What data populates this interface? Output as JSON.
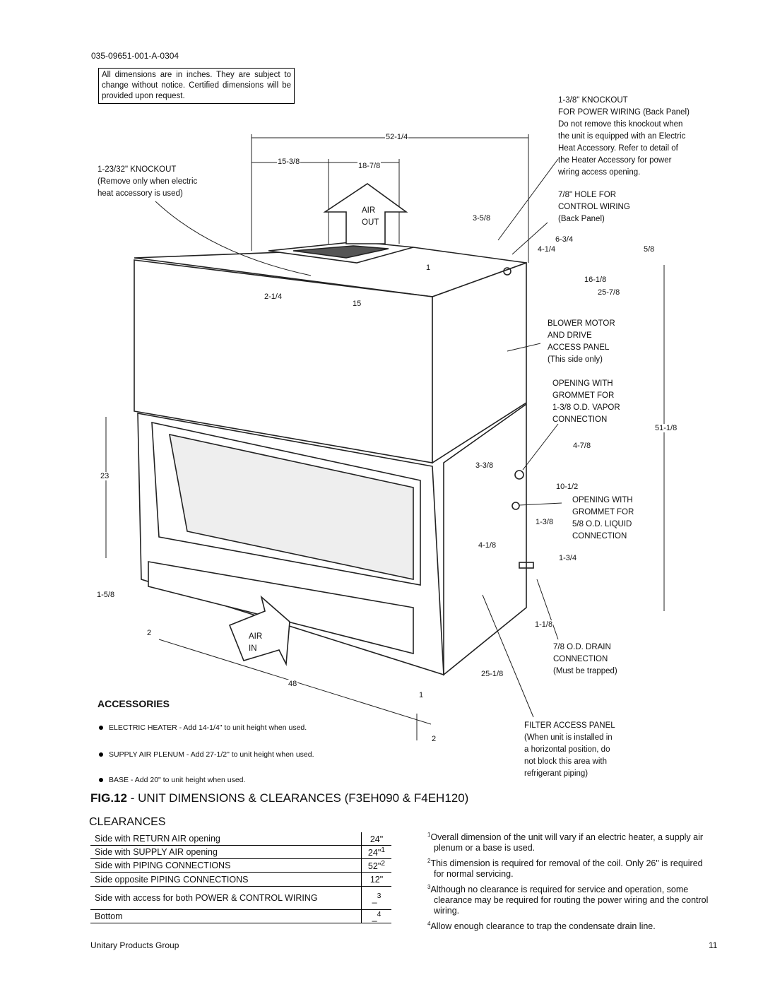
{
  "doc_number": "035-09651-001-A-0304",
  "notice": "All dimensions are in inches. They are subject to change without notice. Certified dimensions will be provided upon request.",
  "callouts": {
    "knockout_power": [
      "1-3/8\" KNOCKOUT",
      "FOR POWER WIRING (Back Panel)",
      "Do not remove this knockout when",
      "the unit is equipped with an Electric",
      "Heat Accessory. Refer to detail of",
      "the Heater Accessory for power",
      "wiring access opening."
    ],
    "hole_control": [
      "7/8\" HOLE FOR",
      "CONTROL WIRING",
      "(Back Panel)"
    ],
    "knockout_heat": [
      "1-23/32\" KNOCKOUT",
      "(Remove only when electric",
      "heat accessory is used)"
    ],
    "air_out": [
      "AIR",
      "OUT"
    ],
    "air_in": [
      "AIR",
      "IN"
    ],
    "blower": [
      "BLOWER MOTOR",
      "AND DRIVE",
      "ACCESS PANEL",
      "(This side only)"
    ],
    "vapor": [
      "OPENING WITH",
      "GROMMET FOR",
      "1-3/8 O.D. VAPOR",
      "CONNECTION"
    ],
    "liquid": [
      "OPENING WITH",
      "GROMMET FOR",
      "5/8 O.D. LIQUID",
      "CONNECTION"
    ],
    "drain": [
      "7/8 O.D. DRAIN",
      "CONNECTION",
      "(Must be trapped)"
    ],
    "filter": [
      "FILTER ACCESS PANEL",
      "(When unit is installed in",
      "a horizontal position, do",
      "not block this area with",
      "refrigerant piping)"
    ]
  },
  "dimensions": {
    "d52_1_4": "52-1/4",
    "d15_3_8": "15-3/8",
    "d18_7_8": "18-7/8",
    "d3_5_8": "3-5/8",
    "d6_3_4": "6-3/4",
    "d4_1_4": "4-1/4",
    "d5_8": "5/8",
    "d1": "1",
    "d2_1_4": "2-1/4",
    "d15": "15",
    "d16_1_8": "16-1/8",
    "d25_7_8": "25-7/8",
    "d51_1_8": "51-1/8",
    "d4_7_8": "4-7/8",
    "d3_3_8": "3-3/8",
    "d10_1_2": "10-1/2",
    "d1_3_8": "1-3/8",
    "d4_1_8": "4-1/8",
    "d1_3_4": "1-3/4",
    "d1_1_8": "1-1/8",
    "d25_1_8": "25-1/8",
    "d23": "23",
    "d1_5_8": "1-5/8",
    "d2a": "2",
    "d48": "48",
    "d1b": "1",
    "d2b": "2"
  },
  "accessories": {
    "title": "ACCESSORIES",
    "items": [
      "ELECTRIC HEATER - Add 14-1/4\" to unit height when used.",
      "SUPPLY AIR PLENUM - Add 27-1/2\" to unit height when used.",
      "BASE - Add 20\" to unit height when used."
    ]
  },
  "figure_caption": {
    "num": "FIG.12",
    "text": " - UNIT DIMENSIONS & CLEARANCES (F3EH090 & F4EH120)"
  },
  "clearances": {
    "title": "CLEARANCES",
    "rows": [
      {
        "label": "Side with RETURN AIR  opening",
        "value": "24\"",
        "sup": ""
      },
      {
        "label": "Side with SUPPLY AIR opening",
        "value": "24\"",
        "sup": "1"
      },
      {
        "label": "Side with PIPING CONNECTIONS",
        "value": "52\"",
        "sup": "2"
      },
      {
        "label": "Side opposite PIPING CONNECTIONS",
        "value": "12\"",
        "sup": ""
      },
      {
        "label": "Side with access for both POWER & CONTROL WIRING",
        "value": "_",
        "sup": "3"
      },
      {
        "label": "Bottom",
        "value": "_",
        "sup": "4"
      }
    ]
  },
  "footnotes": [
    {
      "num": "1",
      "text": "Overall dimension of the unit will vary if an electric heater, a supply air plenum or a base is used."
    },
    {
      "num": "2",
      "text": "This dimension is required for removal of the coil. Only 26\" is required for normal servicing."
    },
    {
      "num": "3",
      "text": "Although no clearance is required for service and operation, some clearance may be required for routing the power wiring and the control wiring."
    },
    {
      "num": "4",
      "text": "Allow enough clearance to trap the condensate drain line."
    }
  ],
  "footer": {
    "left": "Unitary Products Group",
    "page": "11"
  }
}
